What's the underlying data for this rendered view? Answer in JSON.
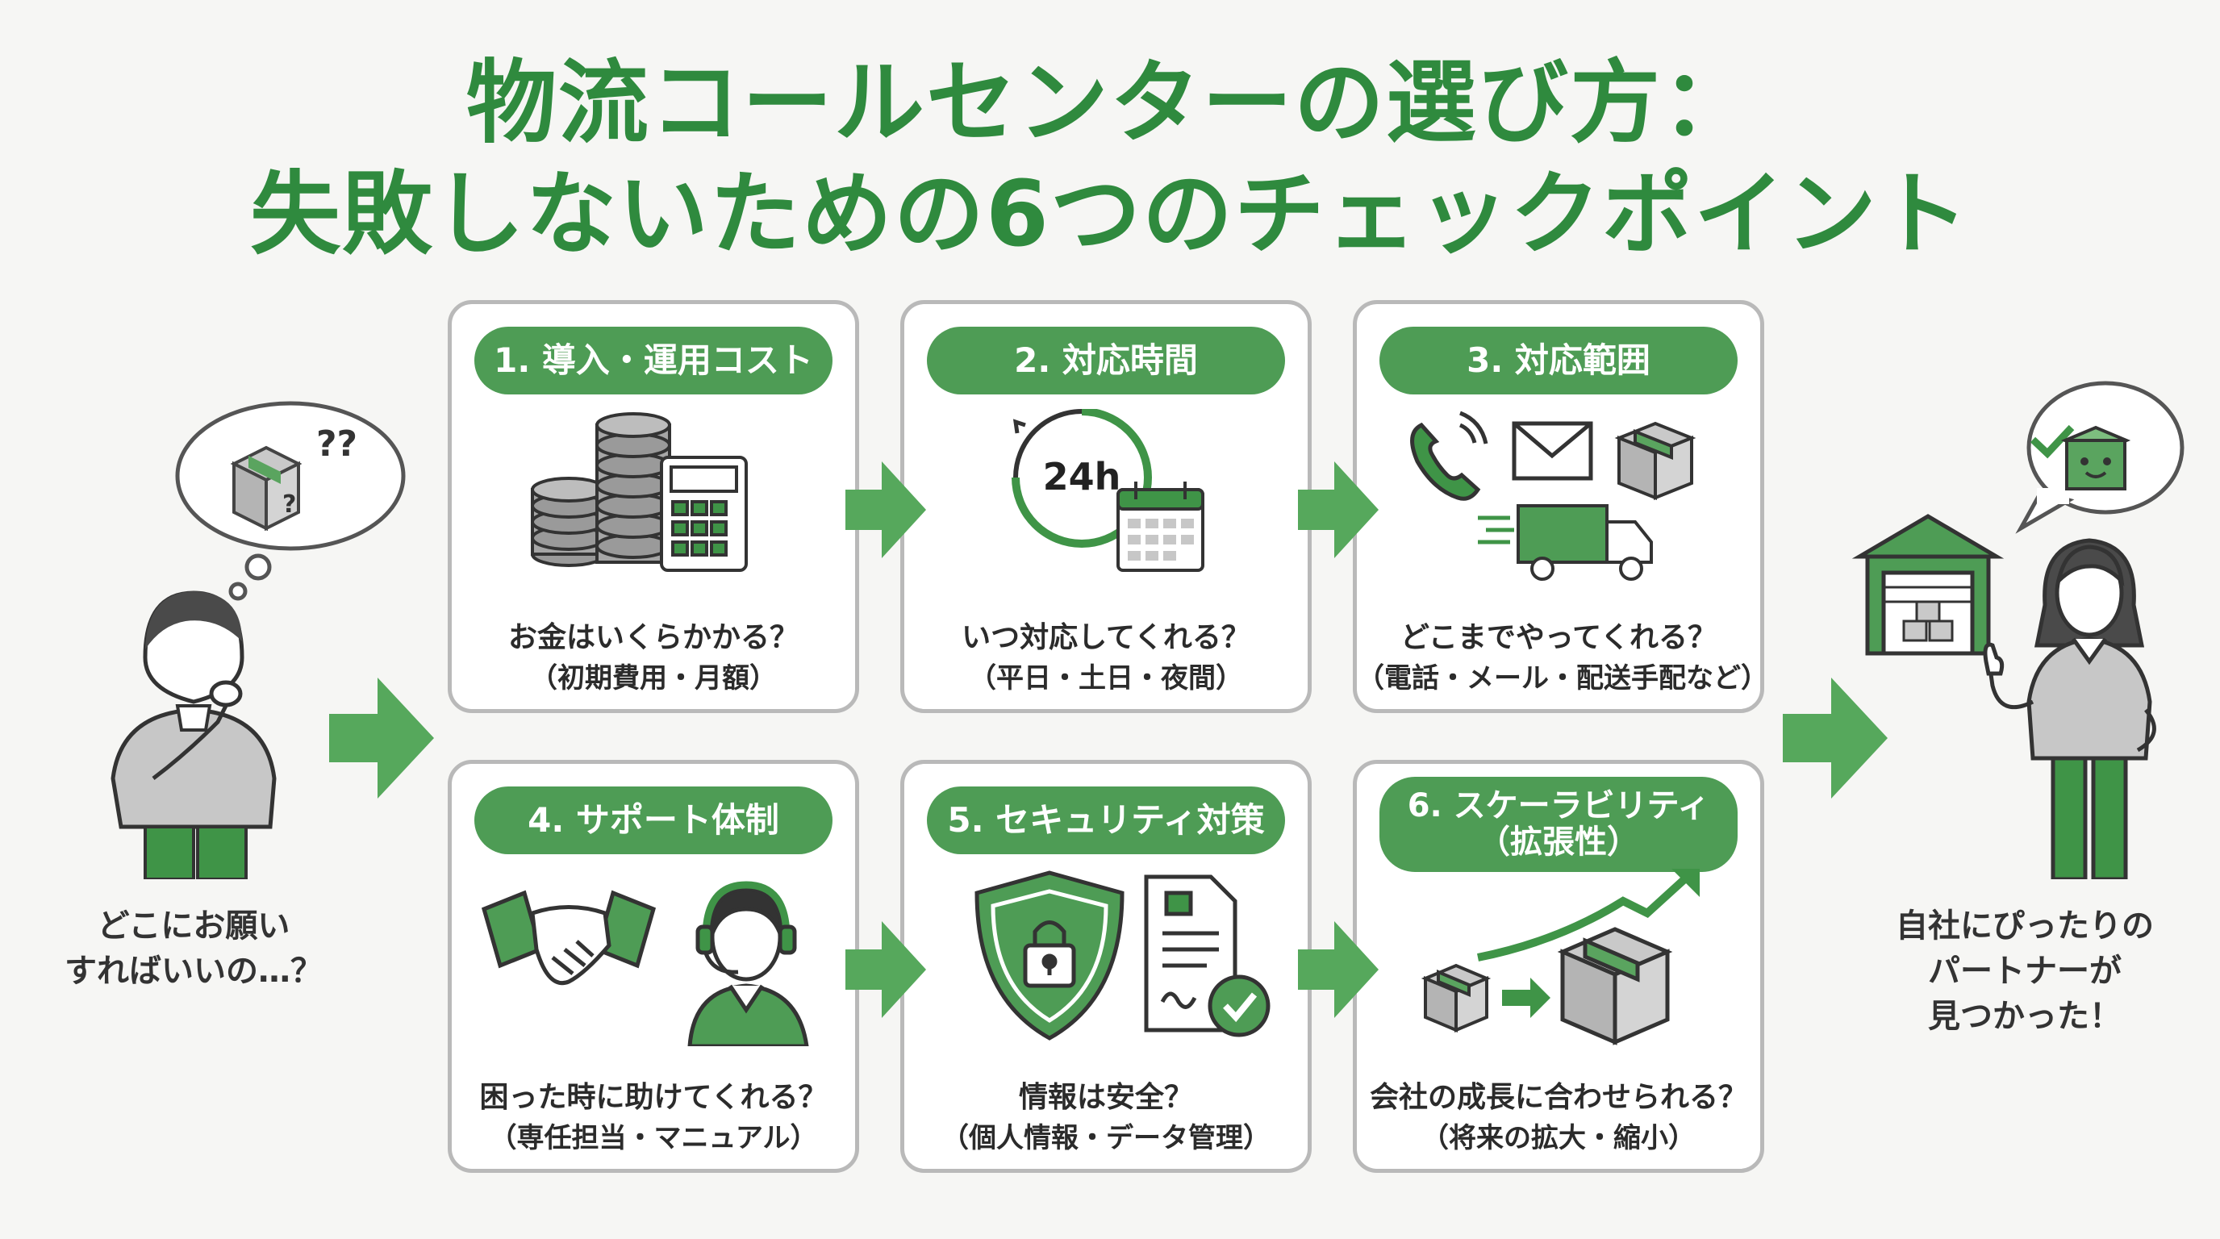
{
  "title": {
    "line1": "物流コールセンターの選び方：",
    "line2": "失敗しないための6つのチェックポイント"
  },
  "left_person": {
    "caption_line1": "どこにお願い",
    "caption_line2": "すればいいの…？",
    "bubble_text": "??"
  },
  "right_person": {
    "caption_line1": "自社にぴったりの",
    "caption_line2": "パートナーが",
    "caption_line3": "見つかった！"
  },
  "cards": [
    {
      "title": "1. 導入・運用コスト",
      "question": "お金はいくらかかる？",
      "detail": "（初期費用・月額）"
    },
    {
      "title": "2. 対応時間",
      "question": "いつ対応してくれる？",
      "detail": "（平日・土日・夜間）",
      "clock_label": "24h"
    },
    {
      "title": "3. 対応範囲",
      "question": "どこまでやってくれる？",
      "detail": "（電話・メール・配送手配など）"
    },
    {
      "title": "4. サポート体制",
      "question": "困った時に助けてくれる？",
      "detail": "（専任担当・マニュアル）"
    },
    {
      "title": "5. セキュリティ対策",
      "question": "情報は安全？",
      "detail": "（個人情報・データ管理）"
    },
    {
      "title_line1": "6. スケーラビリティ",
      "title_line2": "（拡張性）",
      "question": "会社の成長に合わせられる？",
      "detail": "（将来の拡大・縮小）"
    }
  ],
  "colors": {
    "accent": "#2f8a3e",
    "pill": "#4e9c55",
    "arrow": "#56a85c",
    "border": "#b9b9b9"
  }
}
